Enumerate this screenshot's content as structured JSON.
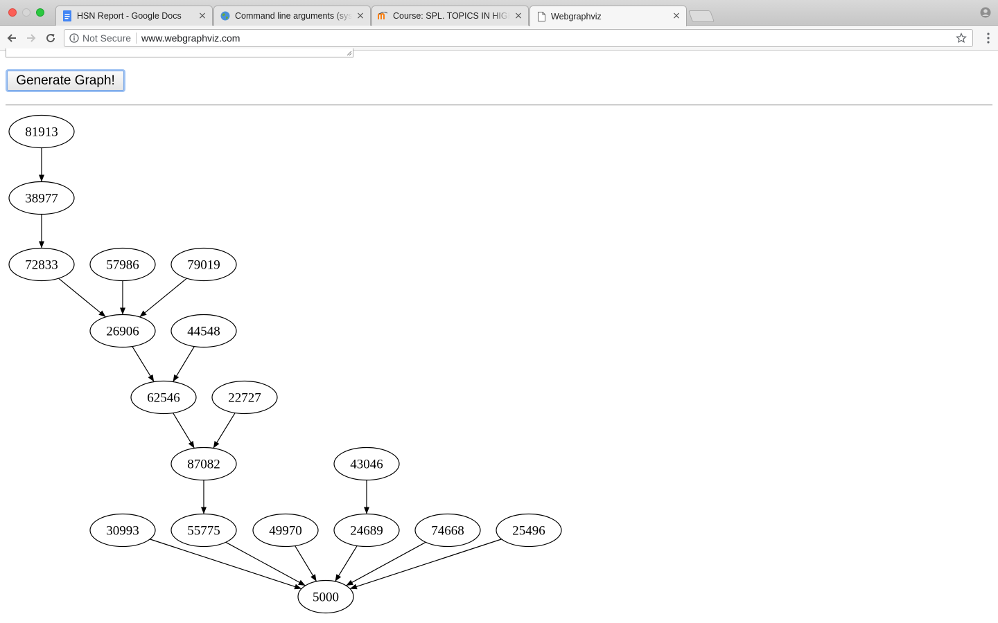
{
  "browser": {
    "tabs": [
      {
        "title": "HSN Report - Google Docs",
        "icon": "google-docs-icon",
        "active": false
      },
      {
        "title": "Command line arguments (sys",
        "icon": "globe-icon",
        "active": false
      },
      {
        "title": "Course: SPL. TOPICS IN HIGH",
        "icon": "moodle-icon",
        "active": false
      },
      {
        "title": "Webgraphviz",
        "icon": "page-icon",
        "active": true
      }
    ],
    "security_label": "Not Secure",
    "url": "www.webgraphviz.com"
  },
  "page": {
    "generate_button_label": "Generate Graph!"
  },
  "graph": {
    "nodes": [
      {
        "id": "81913",
        "label": "81913"
      },
      {
        "id": "38977",
        "label": "38977"
      },
      {
        "id": "72833",
        "label": "72833"
      },
      {
        "id": "57986",
        "label": "57986"
      },
      {
        "id": "79019",
        "label": "79019"
      },
      {
        "id": "26906",
        "label": "26906"
      },
      {
        "id": "44548",
        "label": "44548"
      },
      {
        "id": "62546",
        "label": "62546"
      },
      {
        "id": "22727",
        "label": "22727"
      },
      {
        "id": "87082",
        "label": "87082"
      },
      {
        "id": "43046",
        "label": "43046"
      },
      {
        "id": "30993",
        "label": "30993"
      },
      {
        "id": "55775",
        "label": "55775"
      },
      {
        "id": "49970",
        "label": "49970"
      },
      {
        "id": "24689",
        "label": "24689"
      },
      {
        "id": "74668",
        "label": "74668"
      },
      {
        "id": "25496",
        "label": "25496"
      },
      {
        "id": "5000",
        "label": "5000"
      }
    ],
    "edges": [
      [
        "81913",
        "38977"
      ],
      [
        "38977",
        "72833"
      ],
      [
        "72833",
        "26906"
      ],
      [
        "57986",
        "26906"
      ],
      [
        "79019",
        "26906"
      ],
      [
        "26906",
        "62546"
      ],
      [
        "44548",
        "62546"
      ],
      [
        "62546",
        "87082"
      ],
      [
        "22727",
        "87082"
      ],
      [
        "87082",
        "55775"
      ],
      [
        "43046",
        "24689"
      ],
      [
        "30993",
        "5000"
      ],
      [
        "55775",
        "5000"
      ],
      [
        "49970",
        "5000"
      ],
      [
        "24689",
        "5000"
      ],
      [
        "74668",
        "5000"
      ],
      [
        "25496",
        "5000"
      ]
    ]
  }
}
